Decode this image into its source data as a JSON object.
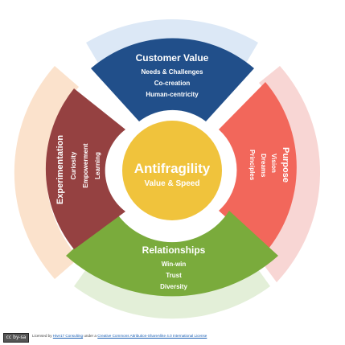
{
  "colors": {
    "blue": "#214f8a",
    "red": "#f2675b",
    "green": "#7aab3c",
    "maroon": "#954141",
    "yellow": "#f0c33c",
    "ring_blue": "#dce8f6",
    "ring_red": "#f8d6d4",
    "ring_green": "#e3efd8",
    "ring_orange": "#fbe2cc"
  },
  "center": {
    "title": "Antifragility",
    "subtitle": "Value & Speed"
  },
  "customer": {
    "title": "Customer Value",
    "items": [
      "Needs & Challenges",
      "Co-creation",
      "Human-centricity"
    ]
  },
  "purpose": {
    "title": "Purpose",
    "items": [
      "Vision",
      "Dreams",
      "Principles"
    ]
  },
  "relationships": {
    "title": "Relationships",
    "items": [
      "Win-win",
      "Trust",
      "Diversity"
    ]
  },
  "experimentation": {
    "title": "Experimentation",
    "items": [
      "Curiosity",
      "Empowerment",
      "Learning"
    ]
  },
  "license": {
    "badge": "cc by-sa",
    "prefix": "Licensed by ",
    "owner": "Hive17 Consulting",
    "middle": " under a ",
    "license_name": "Creative Commons Attribution-ShareAlike 4.0 International License"
  }
}
